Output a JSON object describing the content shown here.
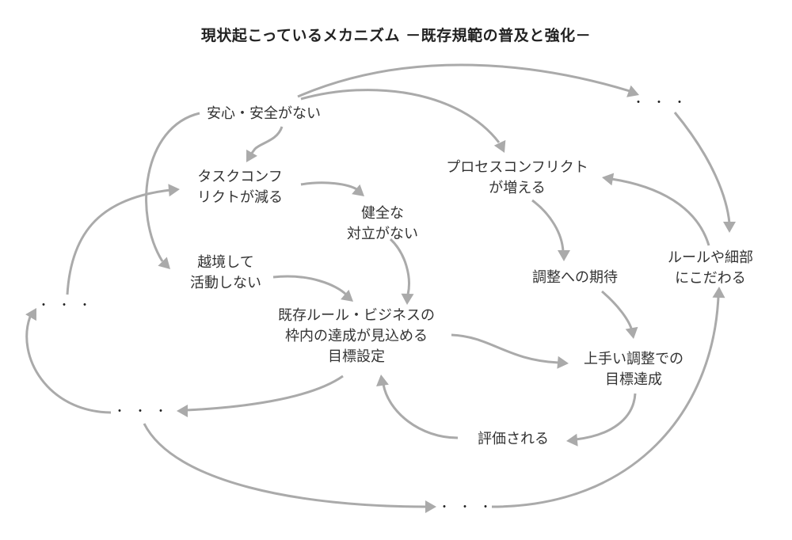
{
  "title": "現状起こっているメカニズム －既存規範の普及と強化－",
  "style": {
    "edge_color": "#aaaaaa",
    "text_color": "#333333"
  },
  "nodes": {
    "anshin": {
      "lines": [
        "安心・安全がない"
      ]
    },
    "task": {
      "lines": [
        "タスクコンフ",
        "リクトが減る"
      ]
    },
    "kenzen": {
      "lines": [
        "健全な",
        "対立がない"
      ]
    },
    "ekkyo": {
      "lines": [
        "越境して",
        "活動しない"
      ]
    },
    "kizon": {
      "lines": [
        "既存ルール・ビジネスの",
        "枠内の達成が見込める",
        "目標設定"
      ]
    },
    "process": {
      "lines": [
        "プロセスコンフリクト",
        "が増える"
      ]
    },
    "chosei": {
      "lines": [
        "調整への期待"
      ]
    },
    "umai": {
      "lines": [
        "上手い調整での",
        "目標達成"
      ]
    },
    "hyoka": {
      "lines": [
        "評価される"
      ]
    },
    "rule": {
      "lines": [
        "ルールや細部",
        "にこだわる"
      ]
    },
    "dots_top": {
      "lines": [
        "・・・"
      ]
    },
    "dots_left": {
      "lines": [
        "・・・"
      ]
    },
    "dots_bl": {
      "lines": [
        "・・・"
      ]
    },
    "dots_bottom": {
      "lines": [
        "・・・"
      ]
    }
  },
  "edges": [
    {
      "from": "anshin",
      "to": "task"
    },
    {
      "from": "anshin",
      "to": "ekkyo"
    },
    {
      "from": "anshin",
      "to": "process"
    },
    {
      "from": "anshin",
      "to": "dots_top"
    },
    {
      "from": "task",
      "to": "kenzen"
    },
    {
      "from": "kenzen",
      "to": "kizon"
    },
    {
      "from": "ekkyo",
      "to": "kizon"
    },
    {
      "from": "kizon",
      "to": "umai"
    },
    {
      "from": "kizon",
      "to": "dots_bl"
    },
    {
      "from": "process",
      "to": "chosei"
    },
    {
      "from": "chosei",
      "to": "umai"
    },
    {
      "from": "umai",
      "to": "hyoka"
    },
    {
      "from": "hyoka",
      "to": "kizon"
    },
    {
      "from": "rule",
      "to": "process"
    },
    {
      "from": "dots_top",
      "to": "rule"
    },
    {
      "from": "dots_bl",
      "to": "dots_left"
    },
    {
      "from": "dots_left",
      "to": "task"
    },
    {
      "from": "dots_bl",
      "to": "dots_bottom"
    },
    {
      "from": "dots_bottom",
      "to": "rule"
    }
  ]
}
